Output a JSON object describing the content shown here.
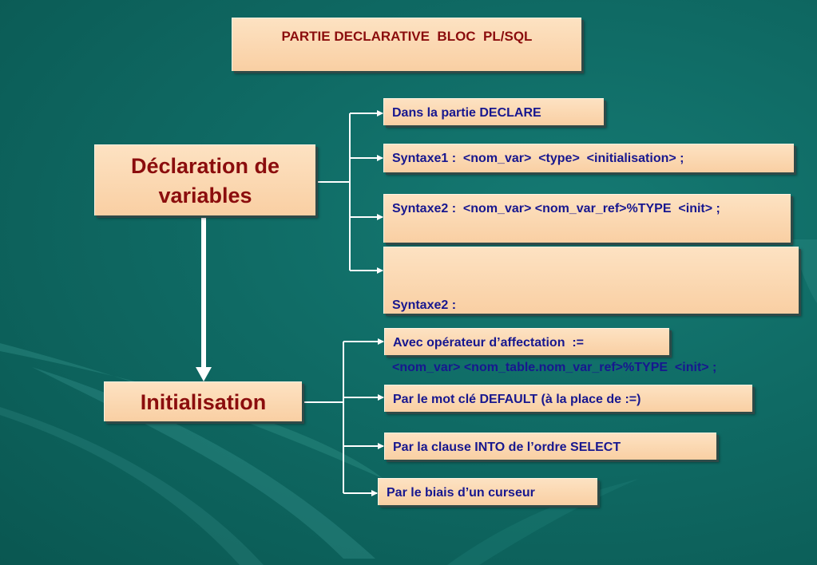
{
  "title": "PARTIE DECLARATIVE  BLOC  PL/SQL",
  "declaration": {
    "line1": "Déclaration de",
    "line2": "variables"
  },
  "initialisation": {
    "label": "Initialisation"
  },
  "declare_items": [
    {
      "text": "Dans la partie DECLARE"
    },
    {
      "text": "Syntaxe1 :  <nom_var>  <type>  <initialisation> ;"
    },
    {
      "text": "Syntaxe2 :  <nom_var> <nom_var_ref>%TYPE  <init> ;"
    },
    {
      "line1": "Syntaxe2 :",
      "line2": "<nom_var> <nom_table.nom_var_ref>%TYPE  <init> ;"
    }
  ],
  "init_items": [
    {
      "text": "Avec opérateur d’affectation  :="
    },
    {
      "text": "Par le mot clé DEFAULT (à la place de :=)"
    },
    {
      "text": "Par la clause INTO de l’ordre SELECT"
    },
    {
      "text": "Par le biais d’un curseur"
    }
  ],
  "colors": {
    "background": "#0f6a64",
    "box_fill": "#f9cfa3",
    "heading_text": "#8b0d0d",
    "item_text": "#17178f",
    "connector": "#ffffff"
  }
}
